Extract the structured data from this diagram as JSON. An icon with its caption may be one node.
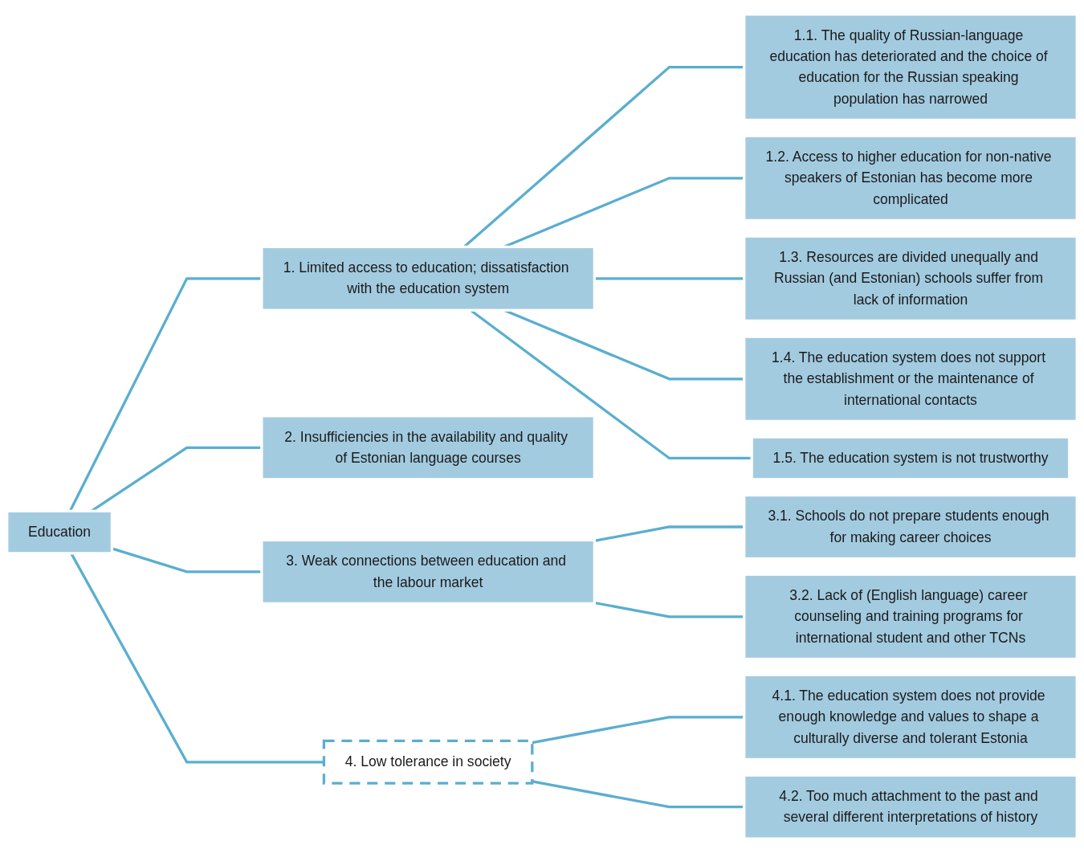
{
  "diagram": {
    "nodes": [
      {
        "text": [
          "Education"
        ]
      },
      {
        "text": [
          "1. Limited access to education; dissatisfaction with the education system"
        ]
      },
      {
        "text": [
          "2. Insufficiencies in the availability and quality of Estonian language courses"
        ]
      },
      {
        "text": [
          "3. Weak connections between education and the labour market"
        ]
      },
      {
        "text": [
          "4. Low tolerance in society"
        ]
      },
      {
        "text": [
          "1.1. The quality of Russian-language education has deteriorated and the choice of education for the Russian speaking population has narrowed"
        ]
      },
      {
        "text": [
          "1.2. Access to higher education for non-native speakers of Estonian has become more complicated"
        ]
      },
      {
        "text": [
          "1.3. Resources are divided unequally and Russian (and Estonian) schools suffer from lack of information"
        ]
      },
      {
        "text": [
          "1.4. The education system does not support the establishment or the maintenance of international contacts"
        ]
      },
      {
        "text": [
          "1.5. The education system is not trustworthy"
        ]
      },
      {
        "text": [
          "3.1. Schools do not prepare students enough for making career choices"
        ]
      },
      {
        "text": [
          "3.2. Lack of (English language) career counseling and training programs for international student and other TCNs"
        ]
      },
      {
        "text": [
          "4.1. The education system does not provide enough knowledge and values to shape a culturally diverse and tolerant Estonia"
        ]
      },
      {
        "text": [
          "4.2. Too much attachment to the past and several different interpretations of history"
        ]
      }
    ],
    "edges": [
      {
        "from": 0,
        "to": 1,
        "arrow": "none"
      },
      {
        "from": 0,
        "to": 2,
        "arrow": "none"
      },
      {
        "from": 0,
        "to": 3,
        "arrow": "none"
      },
      {
        "from": 0,
        "to": 4,
        "arrow": "none"
      },
      {
        "from": 1,
        "to": 5,
        "arrow": "none"
      },
      {
        "from": 1,
        "to": 6,
        "arrow": "none"
      },
      {
        "from": 1,
        "to": 7,
        "arrow": "none"
      },
      {
        "from": 1,
        "to": 8,
        "arrow": "none"
      },
      {
        "from": 1,
        "to": 9,
        "arrow": "none"
      },
      {
        "from": 3,
        "to": 10,
        "arrow": "none"
      },
      {
        "from": 3,
        "to": 11,
        "arrow": "none"
      },
      {
        "from": 4,
        "to": 12,
        "arrow": "none"
      },
      {
        "from": 4,
        "to": 13,
        "arrow": "none"
      }
    ]
  }
}
